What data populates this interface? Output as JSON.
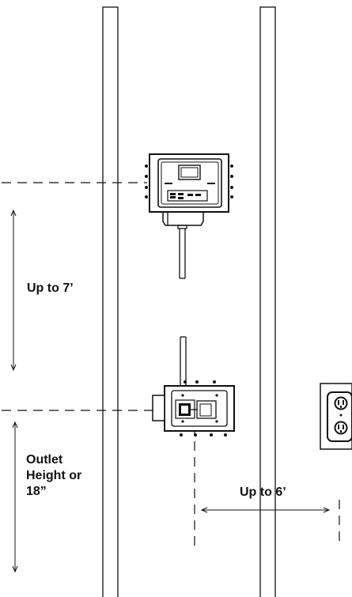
{
  "labels": {
    "vertical_max": "Up to 7’",
    "outlet_line1": "Outlet",
    "outlet_line2": "Height or",
    "outlet_line3": "18”",
    "horizontal_max": "Up to 6’"
  },
  "icons": {
    "upper_unit": "controller-enclosure-icon",
    "lower_unit": "power-box-icon",
    "outlet": "duplex-outlet-icon"
  },
  "colors": {
    "line": "#111111",
    "background": "#ffffff"
  }
}
